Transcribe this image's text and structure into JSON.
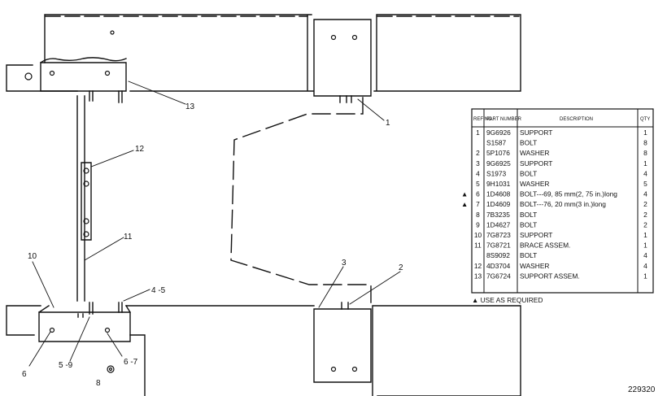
{
  "figure_id": "229320",
  "callouts": [
    {
      "id": "c13",
      "label": "13"
    },
    {
      "id": "c1",
      "label": "1"
    },
    {
      "id": "c12",
      "label": "12"
    },
    {
      "id": "c11",
      "label": "11"
    },
    {
      "id": "c10",
      "label": "10"
    },
    {
      "id": "c3",
      "label": "3"
    },
    {
      "id": "c2",
      "label": "2"
    },
    {
      "id": "c45",
      "label": "4 -5"
    },
    {
      "id": "c6a",
      "label": "6"
    },
    {
      "id": "c59",
      "label": "5 -9"
    },
    {
      "id": "c67",
      "label": "6 -7"
    },
    {
      "id": "c8",
      "label": "8"
    }
  ],
  "parts_table": {
    "headers": {
      "ref": "REF NO.",
      "part": "PART NUMBER",
      "desc": "DESCRIPTION",
      "qty": "QTY"
    },
    "rows": [
      {
        "ref": "1",
        "part": "9G6926",
        "desc": "SUPPORT",
        "qty": "1",
        "mark": ""
      },
      {
        "ref": "",
        "part": "S1587",
        "desc": "BOLT",
        "qty": "8",
        "mark": ""
      },
      {
        "ref": "2",
        "part": "5P1076",
        "desc": "WASHER",
        "qty": "8",
        "mark": ""
      },
      {
        "ref": "3",
        "part": "9G6925",
        "desc": "SUPPORT",
        "qty": "1",
        "mark": ""
      },
      {
        "ref": "4",
        "part": "S1973",
        "desc": "BOLT",
        "qty": "4",
        "mark": ""
      },
      {
        "ref": "5",
        "part": "9H1031",
        "desc": "WASHER",
        "qty": "5",
        "mark": ""
      },
      {
        "ref": "6",
        "part": "1D4608",
        "desc": "BOLT---69, 85 mm(2, 75 in.)long",
        "qty": "4",
        "mark": "▲"
      },
      {
        "ref": "7",
        "part": "1D4609",
        "desc": "BOLT---76, 20 mm(3 in.)long",
        "qty": "2",
        "mark": "▲"
      },
      {
        "ref": "8",
        "part": "7B3235",
        "desc": "BOLT",
        "qty": "2",
        "mark": ""
      },
      {
        "ref": "9",
        "part": "1D4627",
        "desc": "BOLT",
        "qty": "2",
        "mark": ""
      },
      {
        "ref": "10",
        "part": "7G8723",
        "desc": "SUPPORT",
        "qty": "1",
        "mark": ""
      },
      {
        "ref": "11",
        "part": "7G8721",
        "desc": "BRACE ASSEM.",
        "qty": "1",
        "mark": ""
      },
      {
        "ref": "",
        "part": "8S9092",
        "desc": "BOLT",
        "qty": "4",
        "mark": ""
      },
      {
        "ref": "12",
        "part": "4D3704",
        "desc": "WASHER",
        "qty": "4",
        "mark": ""
      },
      {
        "ref": "13",
        "part": "7G6724",
        "desc": "SUPPORT ASSEM.",
        "qty": "1",
        "mark": ""
      }
    ],
    "footnote": "▲ USE AS REQUIRED"
  }
}
